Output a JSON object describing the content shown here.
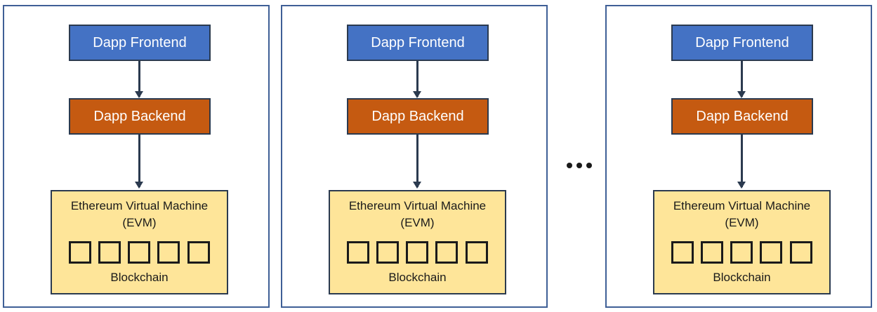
{
  "colors": {
    "frontend": "#4472c4",
    "backend": "#c55a11",
    "evm": "#fee599",
    "panel_border": "#3f5f96",
    "box_border": "#2b3a4f"
  },
  "panels": [
    {
      "frontend_label": "Dapp Frontend",
      "backend_label": "Dapp Backend",
      "evm_title": "Ethereum Virtual Machine",
      "evm_subtitle": "(EVM)",
      "blockchain_label": "Blockchain",
      "block_count": 5
    },
    {
      "frontend_label": "Dapp Frontend",
      "backend_label": "Dapp Backend",
      "evm_title": "Ethereum Virtual Machine",
      "evm_subtitle": "(EVM)",
      "blockchain_label": "Blockchain",
      "block_count": 5
    },
    {
      "frontend_label": "Dapp Frontend",
      "backend_label": "Dapp Backend",
      "evm_title": "Ethereum Virtual Machine",
      "evm_subtitle": "(EVM)",
      "blockchain_label": "Blockchain",
      "block_count": 5
    }
  ],
  "separator": "..."
}
